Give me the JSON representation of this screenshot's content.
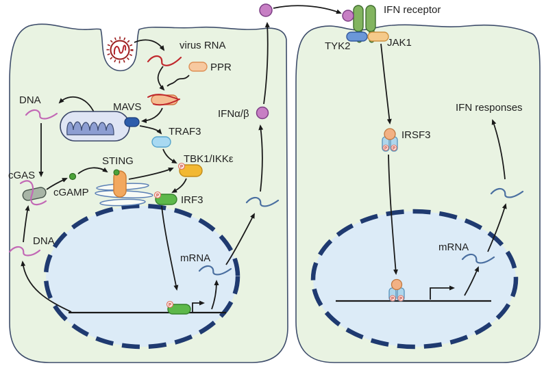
{
  "figure": {
    "left_cell": {
      "virus_rna_label": "virus RNA",
      "ppr_label": "PPR",
      "dna_top_label": "DNA",
      "mavs_label": "MAVS",
      "traf3_label": "TRAF3",
      "ifn_alpha_beta_label": "IFNα/β",
      "sting_label": "STING",
      "tbk1_ikke_label": "TBK1/IKKε",
      "cgas_label": "cGAS",
      "cgamp_label": "cGAMP",
      "irf3_label": "IRF3",
      "dna_bottom_label": "DNA",
      "mrna_label": "mRNA"
    },
    "right_cell": {
      "ifn_receptor_label": "IFN receptor",
      "tyk2_label": "TYK2",
      "jak1_label": "JAK1",
      "irsf3_label": "IRSF3",
      "ifn_responses_label": "IFN responses",
      "mrna_label": "mRNA"
    },
    "phospho_label": "P",
    "colors": {
      "cell_fill": "#e9f3e2",
      "cell_stroke": "#3e4d6b",
      "nucleus_fill": "#dcebf7",
      "nucleus_stroke": "#1f3a70",
      "virus_red": "#9b1d1d",
      "rna_red": "#c0282d",
      "dna_pink": "#c268b5",
      "mrna_blue": "#4a6fa0",
      "ifn_purple": "#c77fc4",
      "mavs_blue": "#2d5dab",
      "traf3_blue": "#a8d9f2",
      "tbk1_gold": "#f2b832",
      "irf3_green": "#5db84a",
      "sting_orange": "#f2a85e",
      "cgamp_green": "#4ba339",
      "receptor_green": "#82b45f",
      "tyk2_blue": "#6b97d8",
      "jak1_tan": "#f5ca8a",
      "arrow_black": "#1a1a1a"
    }
  }
}
